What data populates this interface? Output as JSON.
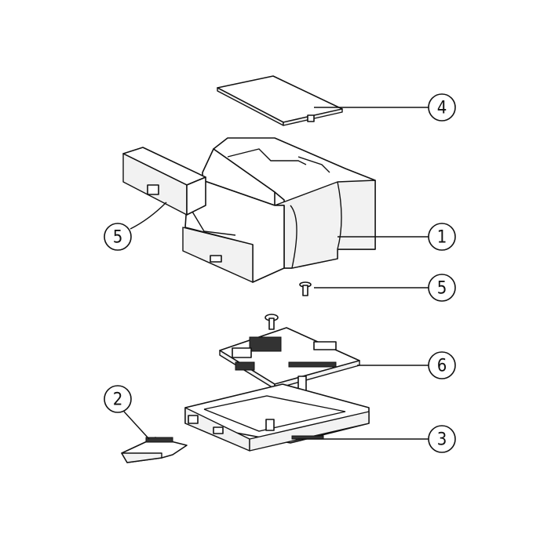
{
  "diagram": {
    "callouts": [
      {
        "id": "callout-4",
        "label": "4",
        "part": "cover-lid"
      },
      {
        "id": "callout-5-left",
        "label": "5",
        "part": "terminal-cover"
      },
      {
        "id": "callout-1",
        "label": "1",
        "part": "housing"
      },
      {
        "id": "callout-5-right",
        "label": "5",
        "part": "screw"
      },
      {
        "id": "callout-6",
        "label": "6",
        "part": "circuit-board"
      },
      {
        "id": "callout-2",
        "label": "2",
        "part": "din-clip"
      },
      {
        "id": "callout-3",
        "label": "3",
        "part": "base-tray"
      }
    ]
  }
}
